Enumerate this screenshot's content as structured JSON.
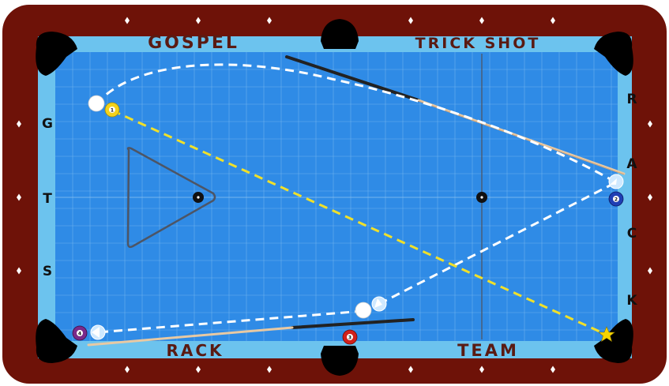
{
  "colors": {
    "rail": "#6e1208",
    "cushion": "#6cc3ee",
    "felt": "#2f8be6",
    "pocket": "#000000",
    "path_white": "#ffffff",
    "path_yellow": "#f0e02a"
  },
  "rail_text": {
    "top_left": "GOSPEL",
    "top_right": "TRICK SHOT",
    "bottom_left": "RACK",
    "bottom_right": "TEAM"
  },
  "left_letters": [
    "G",
    "T",
    "S"
  ],
  "right_letters": [
    "R",
    "A",
    "C",
    "K"
  ],
  "balls": [
    {
      "name": "cue-ball-start",
      "color": "#ffffff",
      "stripe": false,
      "number": ""
    },
    {
      "name": "ball-1",
      "color": "#f3d21b",
      "stripe": false,
      "number": "1"
    },
    {
      "name": "ball-2",
      "color": "#1f3fb4",
      "stripe": false,
      "number": "2"
    },
    {
      "name": "ball-3",
      "color": "#d2201c",
      "stripe": false,
      "number": "3"
    },
    {
      "name": "ball-4",
      "color": "#7a2a8a",
      "stripe": false,
      "number": "4"
    },
    {
      "name": "cue-ball-mid",
      "color": "#ffffff",
      "stripe": false,
      "number": ""
    }
  ],
  "spots": [
    "head-spot",
    "foot-spot"
  ],
  "icons": {
    "target": "star-icon",
    "cues": [
      "cue-stick-top",
      "cue-stick-bottom"
    ],
    "rack": "triangle-rack-icon"
  }
}
